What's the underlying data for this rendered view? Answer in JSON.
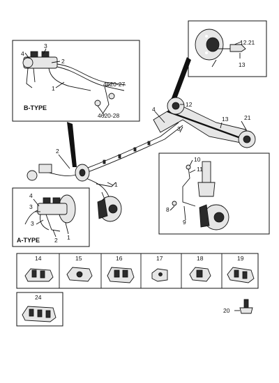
{
  "callouts": {
    "b_type": {
      "tag": "B-TYPE",
      "n1": "1",
      "n2": "2",
      "n3": "3",
      "n4": "4",
      "r1": "4620-27",
      "r2": "4620-28"
    },
    "a_type": {
      "tag": "A-TYPE",
      "n1": "1",
      "n2": "2",
      "n3": "3",
      "n4": "4"
    },
    "rear_hub": {
      "n12_21": "12.21",
      "n13": "13"
    },
    "main": {
      "n1": "1",
      "n2": "2",
      "n3": "3",
      "n4": "4",
      "n12": "12",
      "n13": "13",
      "n21": "21"
    },
    "strut": {
      "n8": "8",
      "n9": "9",
      "n10": "10",
      "n11": "11"
    },
    "clips": {
      "c14": "14",
      "c15": "15",
      "c16": "16",
      "c17": "17",
      "c18": "18",
      "c19": "19",
      "c24": "24"
    },
    "bolt": {
      "n20": "20"
    }
  }
}
